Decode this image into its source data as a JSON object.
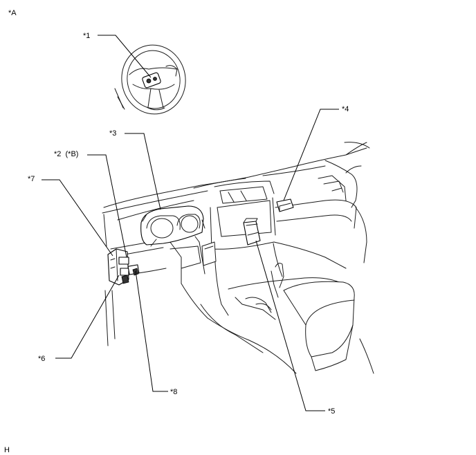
{
  "diagram": {
    "view_label": "*A",
    "figure_code": "H",
    "callouts": [
      {
        "id": "c1",
        "label": "*1"
      },
      {
        "id": "c2",
        "label": "*2  (*B)"
      },
      {
        "id": "c3",
        "label": "*3"
      },
      {
        "id": "c4",
        "label": "*4"
      },
      {
        "id": "c5",
        "label": "*5"
      },
      {
        "id": "c6",
        "label": "*6"
      },
      {
        "id": "c7",
        "label": "*7"
      },
      {
        "id": "c8",
        "label": "*8"
      }
    ]
  }
}
